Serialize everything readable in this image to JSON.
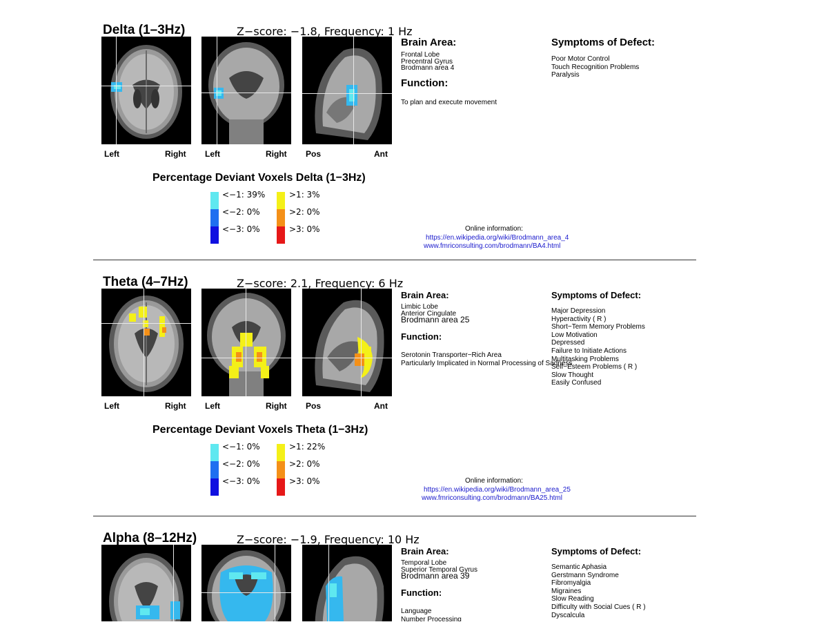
{
  "sections": [
    {
      "band": "Delta (1–3Hz)",
      "zscore": "Z−score: −1.8, Frequency: 1 Hz",
      "axial": {
        "left": "Left",
        "right": "Right"
      },
      "coronal": {
        "left": "Left",
        "right": "Right"
      },
      "sagittal": {
        "left": "Pos",
        "right": "Ant"
      },
      "pct_title": "Percentage Deviant Voxels Delta (1−3Hz)",
      "neg": [
        "<−1:  39%",
        "<−2:  0%",
        "<−3:  0%"
      ],
      "pos": [
        ">1:  3%",
        ">2:  0%",
        ">3:  0%"
      ],
      "brain_area_heading": "Brain Area:",
      "brain_area": [
        "Frontal Lobe",
        "Precentral Gyrus",
        "Brodmann area 4"
      ],
      "function_heading": "Function:",
      "function": [
        "To plan and execute movement"
      ],
      "symptoms_heading": "Symptoms of Defect:",
      "symptoms": [
        "Poor Motor Control",
        "Touch Recognition Problems",
        "Paralysis"
      ],
      "online_label": "Online information:",
      "links": [
        "https://en.wikipedia.org/wiki/Brodmann_area_4",
        "www.fmriconsulting.com/brodmann/BA4.html"
      ]
    },
    {
      "band": "Theta (4–7Hz)",
      "zscore": "Z−score: 2.1, Frequency: 6 Hz",
      "axial": {
        "left": "Left",
        "right": "Right"
      },
      "coronal": {
        "left": "Left",
        "right": "Right"
      },
      "sagittal": {
        "left": "Pos",
        "right": "Ant"
      },
      "pct_title": "Percentage Deviant Voxels Theta (1−3Hz)",
      "neg": [
        "<−1:  0%",
        "<−2:  0%",
        "<−3:  0%"
      ],
      "pos": [
        ">1:  22%",
        ">2:  0%",
        ">3:  0%"
      ],
      "brain_area_heading": "Brain Area:",
      "brain_area": [
        "Limbic Lobe",
        "Anterior Cingulate",
        "Brodmann area 25"
      ],
      "function_heading": "Function:",
      "function": [
        "Serotonin Transporter−Rich Area",
        "Particularly Implicated in Normal Processing of Sadness"
      ],
      "symptoms_heading": "Symptoms of Defect:",
      "symptoms": [
        "Major Depression",
        "Hyperactivity ( R )",
        "Short−Term Memory Problems",
        "Low Motivation",
        "Depressed",
        "Failure to Initiate Actions",
        "Multitasking Problems",
        "Self−Esteem Problems ( R )",
        "Slow Thought",
        "Easily Confused"
      ],
      "online_label": "Online information:",
      "links": [
        "https://en.wikipedia.org/wiki/Brodmann_area_25",
        "www.fmriconsulting.com/brodmann/BA25.html"
      ]
    },
    {
      "band": "Alpha (8–12Hz)",
      "zscore": "Z−score: −1.9, Frequency: 10 Hz",
      "brain_area_heading": "Brain Area:",
      "brain_area": [
        "Temporal Lobe",
        "Superior Temporal Gyrus",
        "Brodmann area 39"
      ],
      "function_heading": "Function:",
      "function": [
        "Language",
        "Number Processing"
      ],
      "symptoms_heading": "Symptoms of Defect:",
      "symptoms": [
        "Semantic Aphasia",
        "Gerstmann Syndrome",
        "Fibromyalgia",
        "Migraines",
        "Slow Reading",
        "Difficulty with Social Cues ( R )",
        "Dyscalcula"
      ]
    }
  ],
  "colors": {
    "cyan_light": "#5fe8f0",
    "cyan": "#35b8ee",
    "blue_mid": "#1f6ff0",
    "blue_dark": "#1010e0",
    "yellow": "#f4f018",
    "orange": "#f49018",
    "red": "#e61818"
  }
}
